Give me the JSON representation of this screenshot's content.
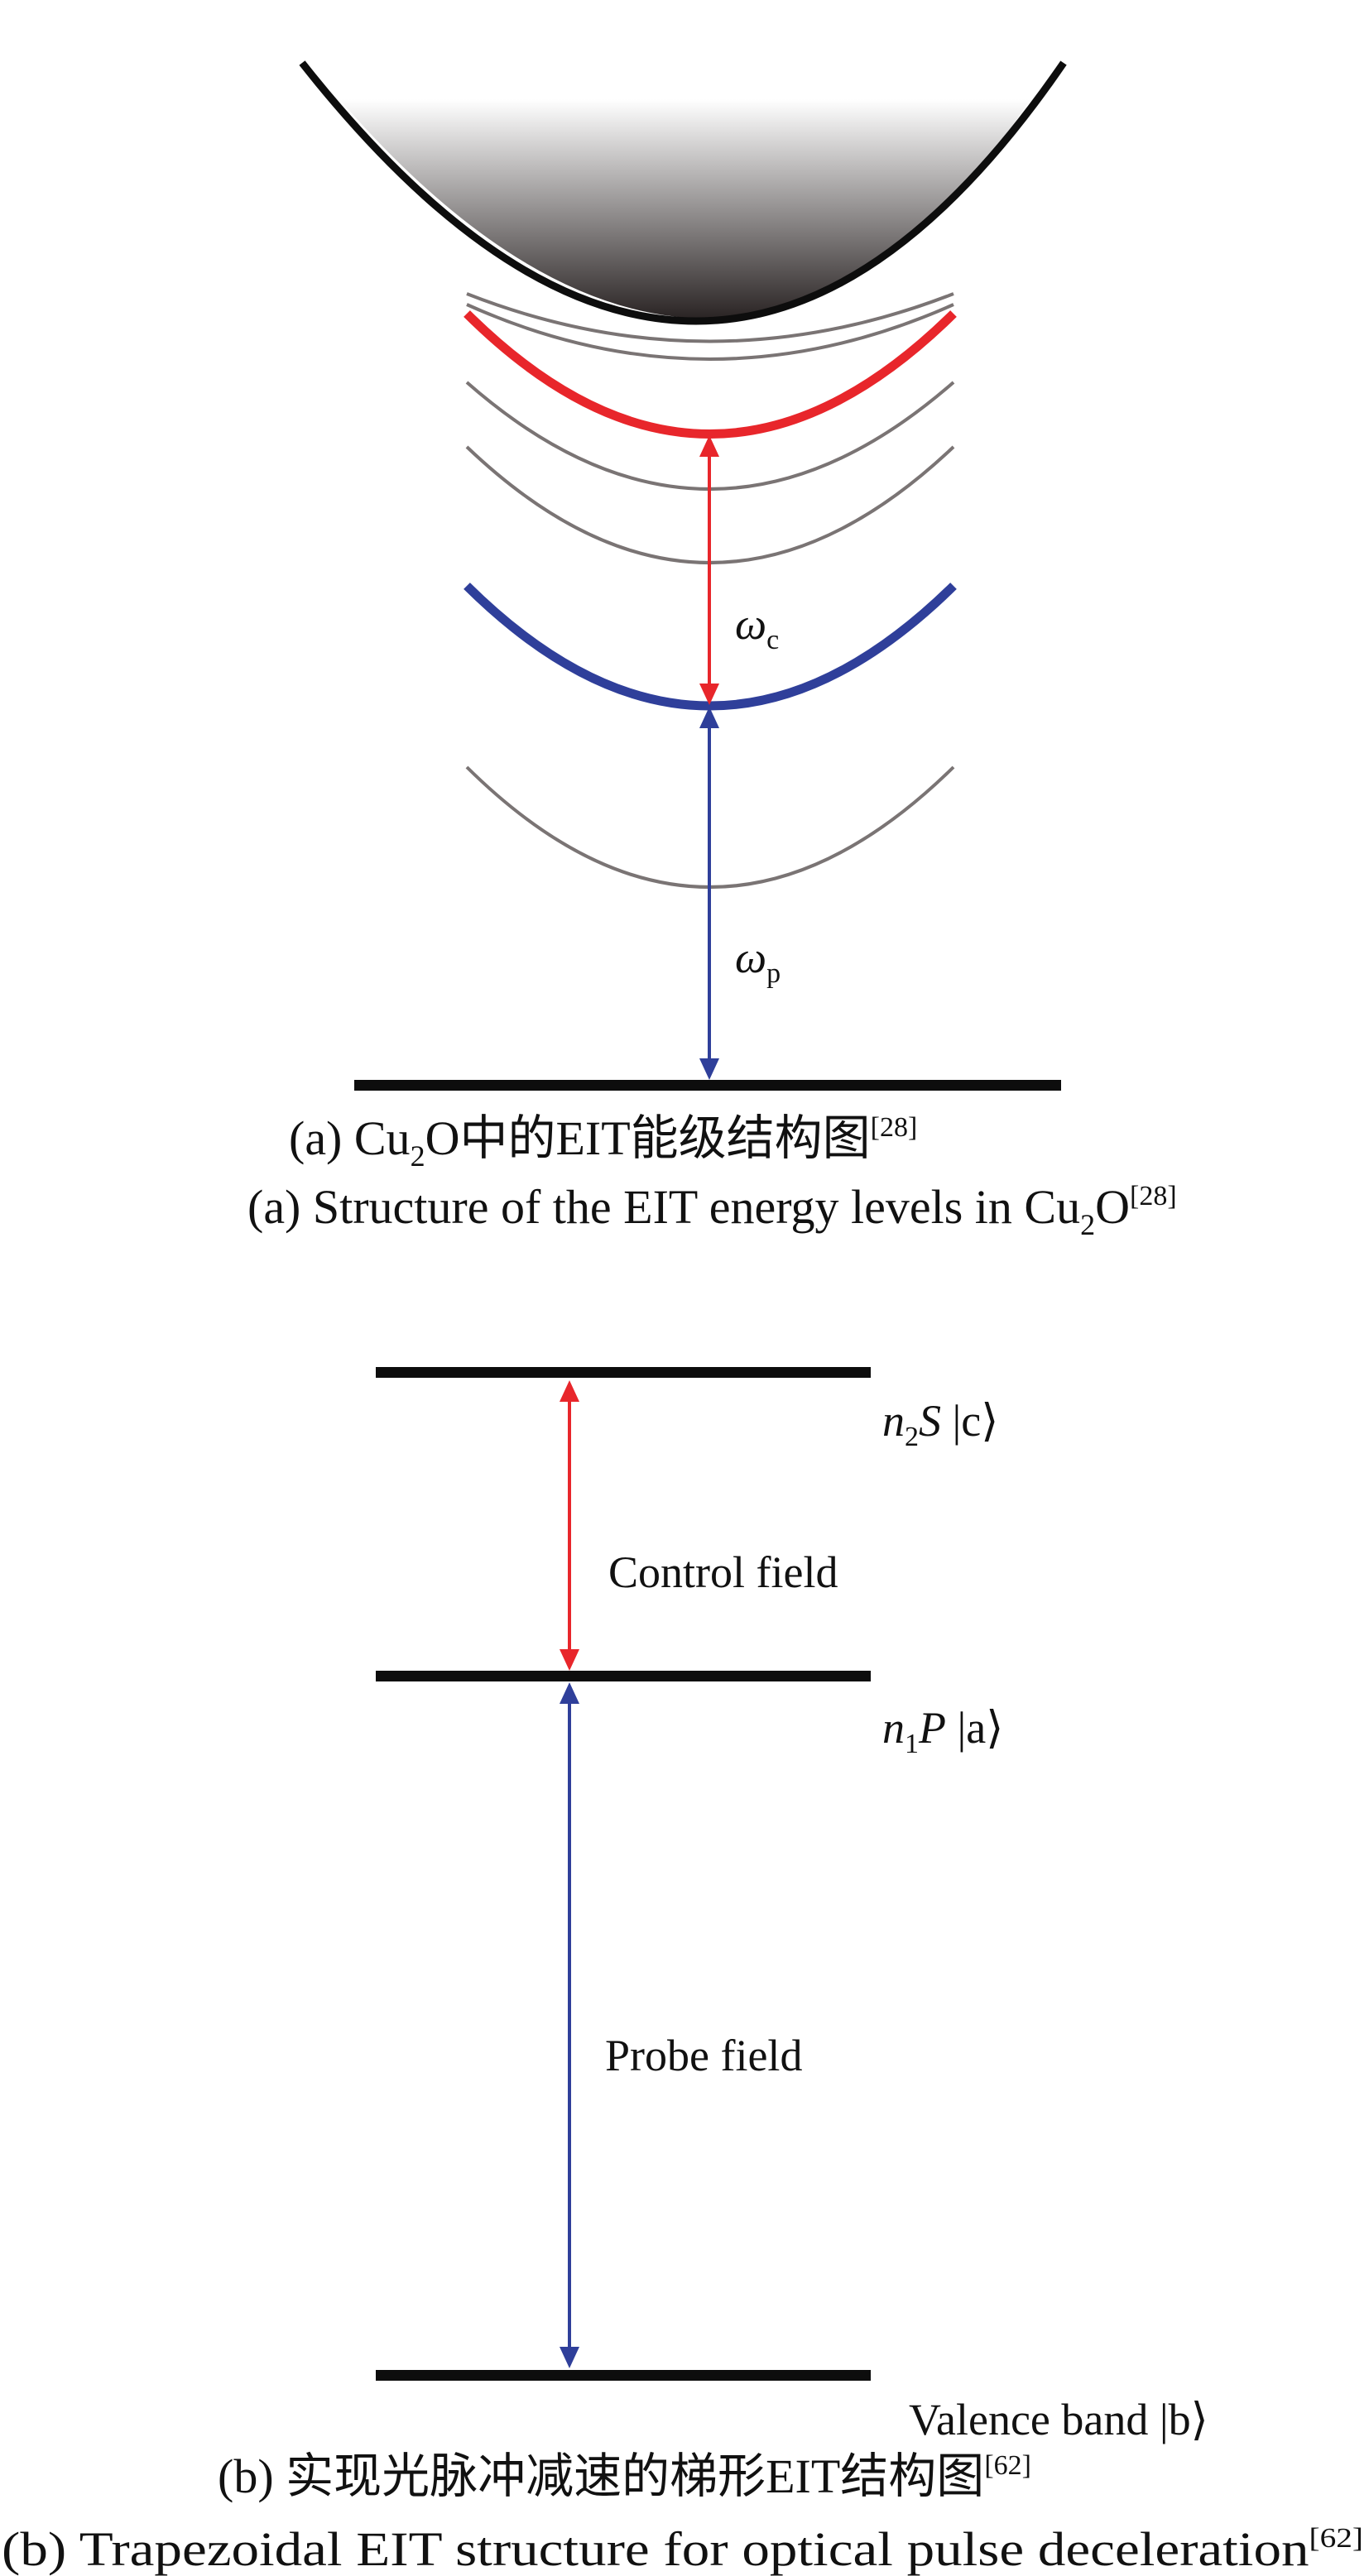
{
  "panel_a": {
    "omega_c": {
      "symbol": "ω",
      "sub": "c"
    },
    "omega_p": {
      "symbol": "ω",
      "sub": "p"
    },
    "caption_cn": {
      "pre": "(a) Cu",
      "sub": "2",
      "post": "O中的EIT能级结构图",
      "ref": "[28]"
    },
    "caption_en": {
      "pre": "(a) Structure of the EIT energy levels in Cu",
      "sub": "2",
      "post": "O",
      "ref": "[28]"
    }
  },
  "panel_b": {
    "level_c": {
      "n": "n",
      "sub": "2",
      "state": "S",
      "ket": " |c⟩"
    },
    "level_a": {
      "n": "n",
      "sub": "1",
      "state": "P",
      "ket": " |a⟩"
    },
    "level_b": "Valence band |b⟩",
    "control_label": "Control field",
    "probe_label": "Probe field",
    "caption_cn": {
      "text": "(b) 实现光脉冲减速的梯形EIT结构图",
      "ref": "[62]"
    },
    "caption_en": {
      "text": "(b) Trapezoidal EIT structure for optical pulse deceleration",
      "ref": "[62]"
    }
  },
  "colors": {
    "red": "#e8262b",
    "blue": "#2f3f9a",
    "gray": "#7a7474",
    "black": "#0d0d0d"
  }
}
